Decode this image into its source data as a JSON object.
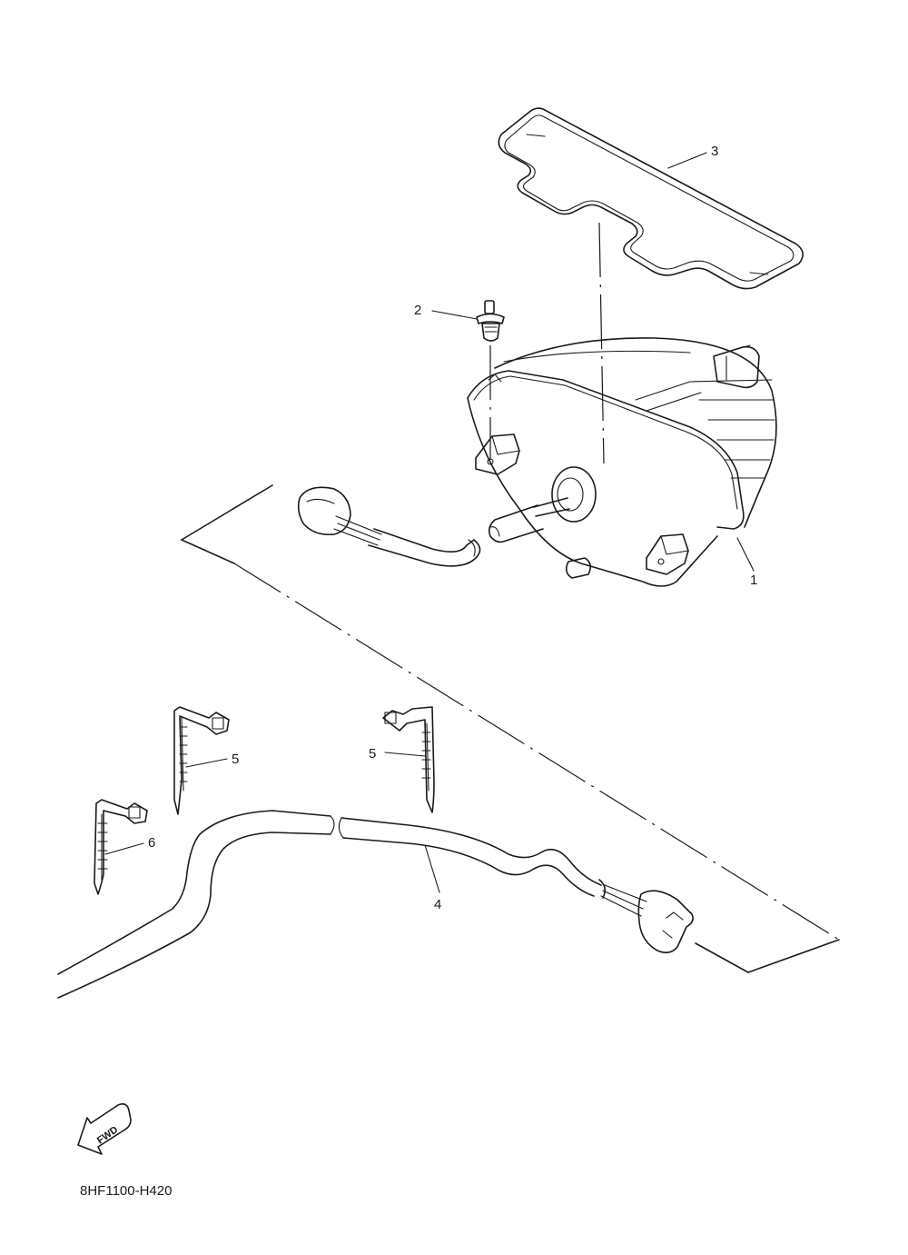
{
  "diagram": {
    "callouts": {
      "c1": "1",
      "c2": "2",
      "c3": "3",
      "c4": "4",
      "c5a": "5",
      "c5b": "5",
      "c6": "6"
    },
    "fwd_label": "FWD",
    "figure_code": "8HF1100-H420"
  }
}
